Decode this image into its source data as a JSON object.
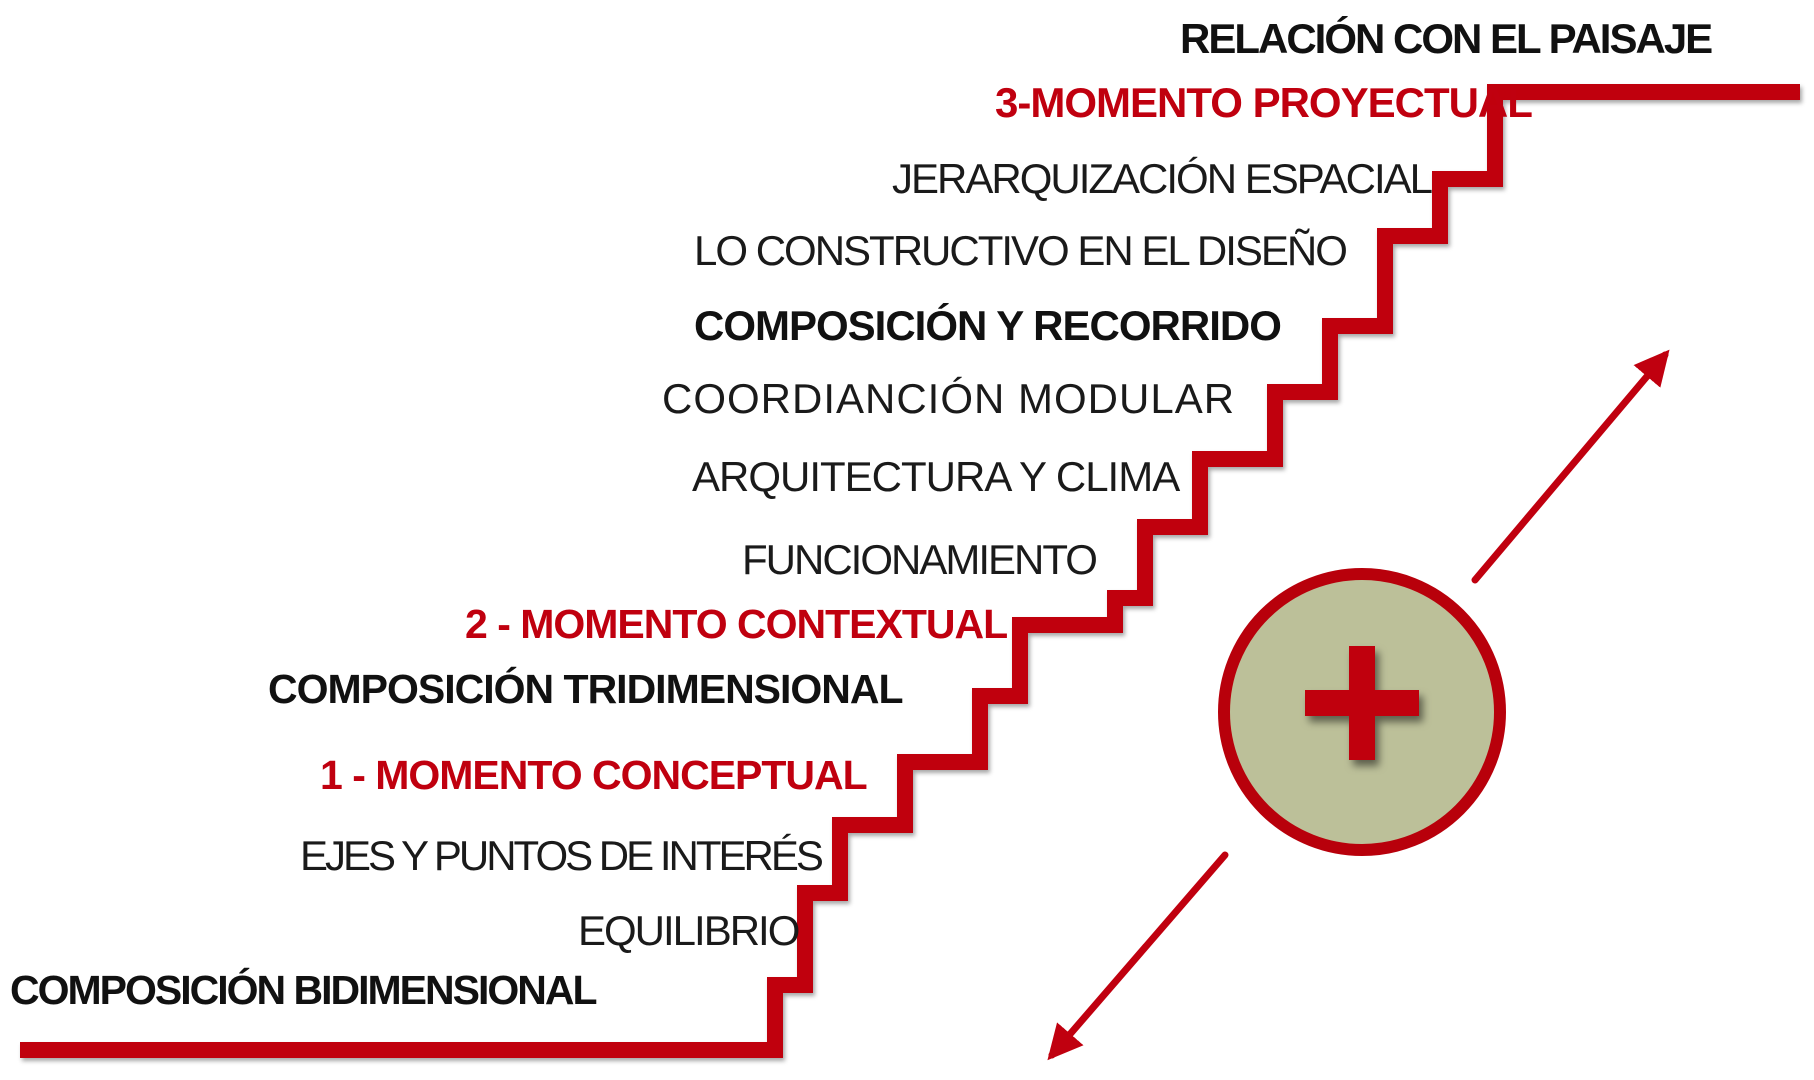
{
  "colors": {
    "accent": "#c0000f",
    "stair": "#c0000f",
    "circle_fill": "#bcc099",
    "circle_border": "#b8000b",
    "text_dark": "#111111"
  },
  "labels": {
    "relacion_paisaje": "RELACIÓN CON EL PAISAJE",
    "momento_proyectual": "3-MOMENTO PROYECTUAL",
    "jerarquizacion": "JERARQUIZACIÓN ESPACIAL",
    "lo_constructivo": "LO CONSTRUCTIVO EN EL DISEÑO",
    "composicion_recorrido": "COMPOSICIÓN Y RECORRIDO",
    "coordinacion_modular": "COORDIANCIÓN MODULAR",
    "arquitectura_clima": "ARQUITECTURA Y CLIMA",
    "funcionamiento": "FUNCIONAMIENTO",
    "momento_contextual": "2 - MOMENTO CONTEXTUAL",
    "composicion_tridimensional": "COMPOSICIÓN TRIDIMENSIONAL",
    "momento_conceptual": "1 - MOMENTO CONCEPTUAL",
    "ejes_puntos": "EJES Y PUNTOS DE INTERÉS",
    "equilibrio": "EQUILIBRIO",
    "composicion_bidimensional": "COMPOSICIÓN BIDIMENSIONAL"
  },
  "icons": {
    "plus_circle": "plus-icon",
    "arrow_up": "arrow-up-right-icon",
    "arrow_down": "arrow-down-left-icon"
  }
}
